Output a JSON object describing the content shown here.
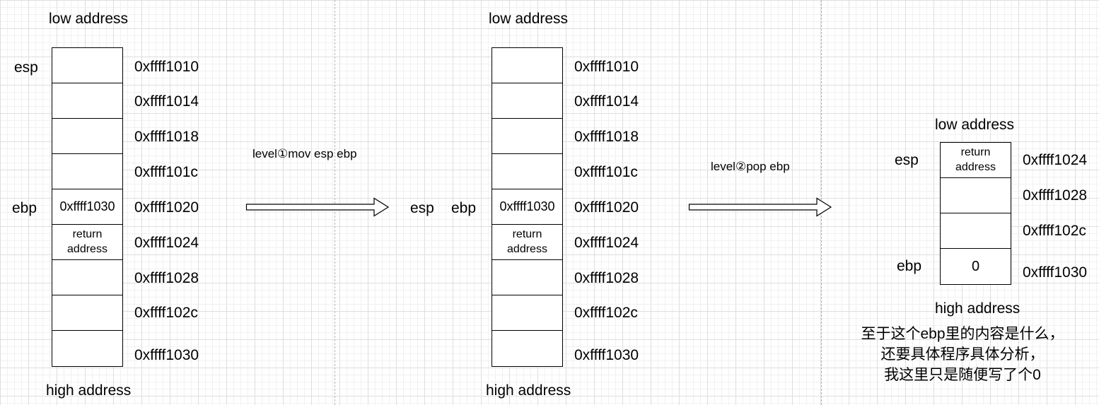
{
  "panel1": {
    "low": "low address",
    "high": "high address",
    "esp": "esp",
    "ebp": "ebp",
    "cells": [
      "",
      "",
      "",
      "",
      "0xffff1030",
      "return address",
      "",
      "",
      ""
    ],
    "addrs": [
      "0xffff1010",
      "0xffff1014",
      "0xffff1018",
      "0xffff101c",
      "0xffff1020",
      "0xffff1024",
      "0xffff1028",
      "0xffff102c",
      "0xffff1030"
    ]
  },
  "arrow1": {
    "label": "level①mov esp ebp"
  },
  "panel2": {
    "low": "low address",
    "high": "high address",
    "esp": "esp",
    "ebp": "ebp",
    "cells": [
      "",
      "",
      "",
      "",
      "0xffff1030",
      "return address",
      "",
      "",
      ""
    ],
    "addrs": [
      "0xffff1010",
      "0xffff1014",
      "0xffff1018",
      "0xffff101c",
      "0xffff1020",
      "0xffff1024",
      "0xffff1028",
      "0xffff102c",
      "0xffff1030"
    ]
  },
  "arrow2": {
    "label": "level②pop ebp"
  },
  "panel3": {
    "low": "low address",
    "high": "high address",
    "esp": "esp",
    "ebp": "ebp",
    "cells": [
      "return address",
      "",
      "",
      "0"
    ],
    "addrs": [
      "0xffff1024",
      "0xffff1028",
      "0xffff102c",
      "0xffff1030"
    ]
  },
  "note": {
    "lines": [
      "至于这个ebp里的内容是什么，",
      "还要具体程序具体分析，",
      "我这里只是随便写了个0"
    ]
  },
  "colors": {
    "line": "#000000",
    "grid": "#dedede",
    "divider": "#b5b5b5",
    "background": "#ffffff"
  }
}
